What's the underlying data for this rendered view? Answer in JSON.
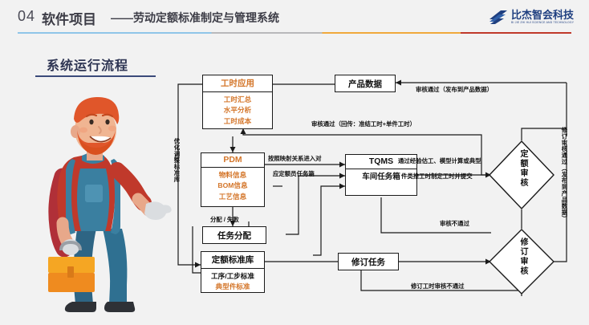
{
  "header": {
    "number": "04",
    "title": "软件项目",
    "dash": "——",
    "subtitle": "劳动定额标准制定与管理系统"
  },
  "logo": {
    "name_cn": "比杰智会科技",
    "name_en": "BI JIE ZHI HUI SCIENCE AND TECHNOLOGY"
  },
  "section": {
    "title": "系统运行流程"
  },
  "illustration": {
    "name": "worker-with-toolbox-illustration"
  },
  "flow": {
    "nodes": {
      "gongshi": {
        "header": "工时应用",
        "items": [
          "工时汇总",
          "水平分析",
          "工时成本"
        ]
      },
      "pdm": {
        "header": "PDM",
        "items": [
          "物料信息",
          "BOM信息",
          "工艺信息"
        ]
      },
      "biaozhunku": {
        "header": "定额标准库",
        "items": [
          "工序/工步标准",
          "典型件标准"
        ]
      },
      "tqms": {
        "header": "TQMS",
        "items": [
          "车间任务箱"
        ]
      },
      "chanpin": {
        "label": "产品数据"
      },
      "renwu": {
        "label": "任务分配"
      },
      "xiuding": {
        "label": "修订任务"
      },
      "dinge_shenhe": {
        "label": "定额审核"
      },
      "xiuding_shenhe": {
        "label": "修订审核"
      }
    },
    "labels": {
      "shenhe_tongguo_fabu": "审核通过（发布到产品数据）",
      "shenhe_tongguo_huichuan": "审核通过（回传：准结工时+单件工时）",
      "mapping_line1": "按照映射关系进入对",
      "mapping_line2": "应定额员任务箱",
      "zhiding_line1": "通过经验估工、模型计算或典型",
      "zhiding_line2": "件类推工时制定工时并提交",
      "fenpei_shibai": "分配 / 失败",
      "shenhe_butongguo": "审核不通过",
      "xiuding_butongguo": "修订工时审核不通过",
      "youhua_tiaozheng": "优化调整标准库",
      "xiuding_fabu": "修订审核通过（发布到产品数据）"
    }
  },
  "colors": {
    "accent_orange": "#d4762a",
    "logo_blue": "#1f3f80",
    "title_navy": "#2e3553",
    "rule_blue": "#8fc5e8",
    "rule_gray": "#b9b9bb",
    "rule_orange": "#f0a93c",
    "rule_red": "#c0392b",
    "line_black": "#1a1a1a",
    "background": "#f2f2f2"
  }
}
